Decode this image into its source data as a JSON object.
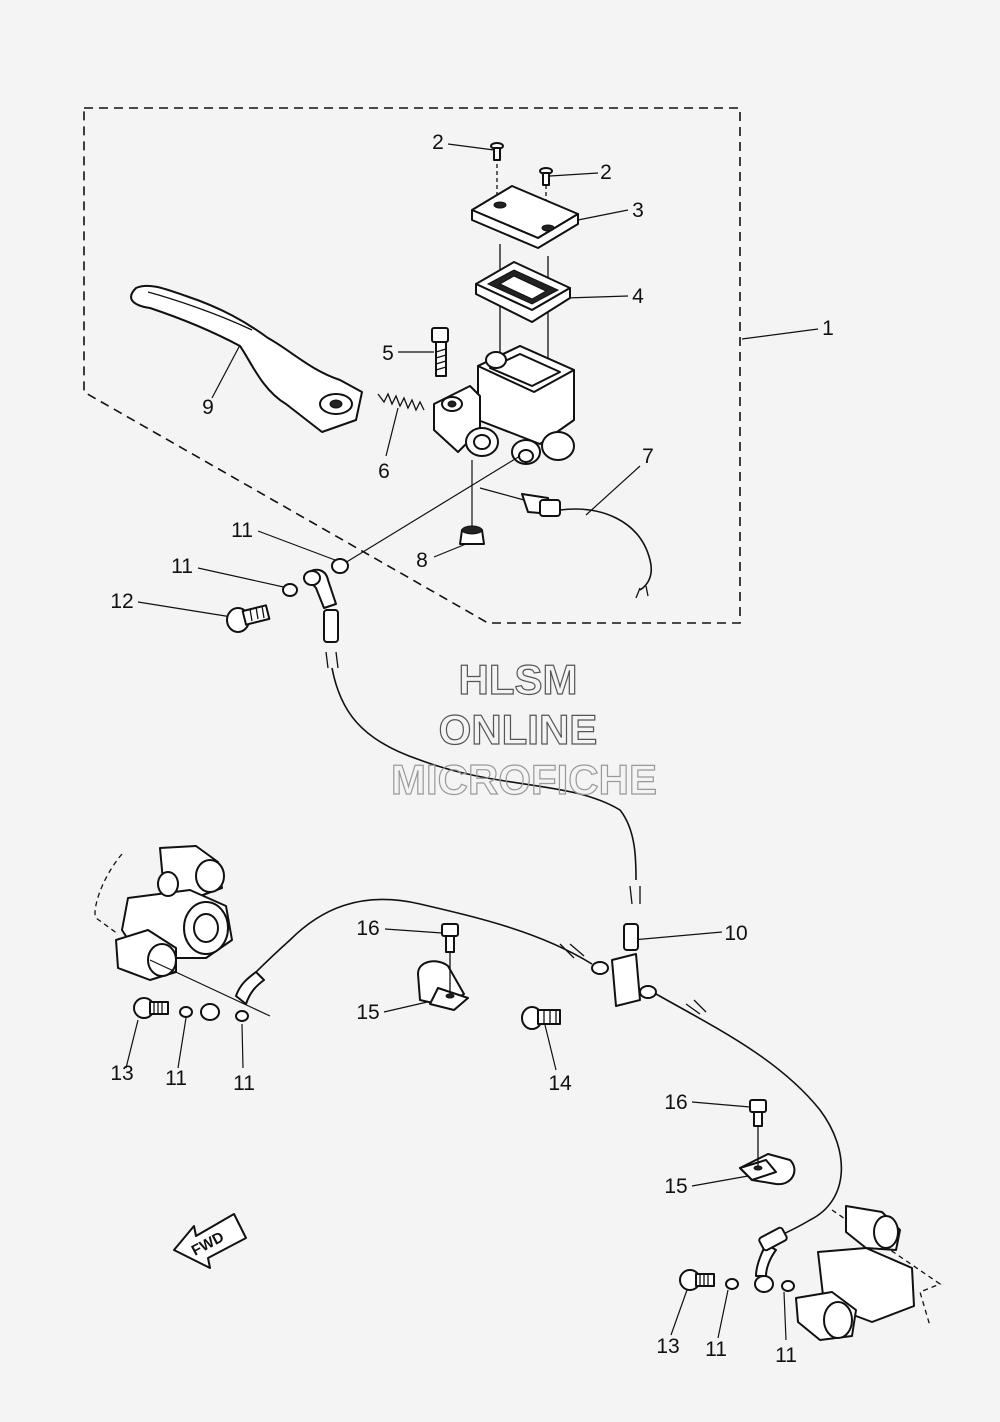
{
  "watermark": {
    "line1": "HLSM",
    "line2": "ONLINE",
    "line3": "MICROFICHE"
  },
  "fwd_label": "FWD",
  "callouts": {
    "c1": "1",
    "c2a": "2",
    "c2b": "2",
    "c3": "3",
    "c4": "4",
    "c5": "5",
    "c6": "6",
    "c7": "7",
    "c8": "8",
    "c9": "9",
    "c10": "10",
    "c11a": "11",
    "c11b": "11",
    "c11c": "11",
    "c11d": "11",
    "c11e": "11",
    "c11f": "11",
    "c12": "12",
    "c13a": "13",
    "c13b": "13",
    "c14": "14",
    "c15a": "15",
    "c15b": "15",
    "c16a": "16",
    "c16b": "16"
  }
}
